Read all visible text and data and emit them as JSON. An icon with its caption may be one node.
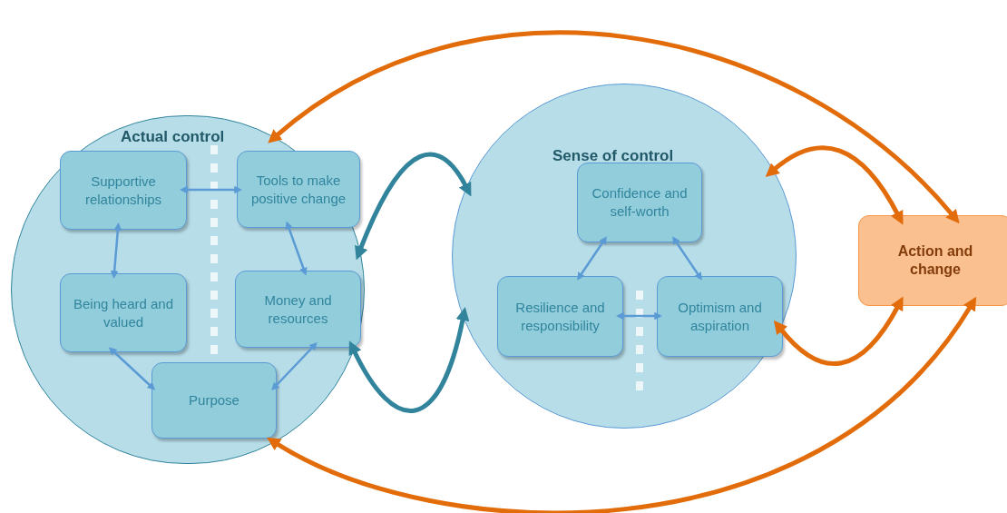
{
  "diagram": {
    "nodes": [
      {
        "text": [
          "Actual control"
        ]
      },
      {
        "text": [
          "Supportive relationships"
        ],
        "in": 0
      },
      {
        "text": [
          "Tools to make positive change"
        ],
        "in": 0
      },
      {
        "text": [
          "Being heard and valued"
        ],
        "in": 0
      },
      {
        "text": [
          "Money and resources"
        ],
        "in": 0
      },
      {
        "text": [
          "Purpose"
        ],
        "in": 0
      },
      {
        "text": [
          "Sense of control"
        ]
      },
      {
        "text": [
          "Confidence and self-worth"
        ],
        "in": 6
      },
      {
        "text": [
          "Resilience and responsibility"
        ],
        "in": 6
      },
      {
        "text": [
          "Optimism and aspiration"
        ],
        "in": 6
      },
      {
        "text": [
          "Action and change"
        ]
      }
    ],
    "edges": [
      {
        "from": 1,
        "to": 2,
        "arrow": "both"
      },
      {
        "from": 1,
        "to": 3,
        "arrow": "both"
      },
      {
        "from": 2,
        "to": 4,
        "arrow": "both"
      },
      {
        "from": 3,
        "to": 5,
        "arrow": "both"
      },
      {
        "from": 4,
        "to": 5,
        "arrow": "both"
      },
      {
        "from": 7,
        "to": 8,
        "arrow": "both"
      },
      {
        "from": 7,
        "to": 9,
        "arrow": "both"
      },
      {
        "from": 8,
        "to": 9,
        "arrow": "both"
      },
      {
        "from": 0,
        "to": 6,
        "arrow": "both",
        "style": "thick",
        "color": "#31849b"
      },
      {
        "from": 0,
        "to": 6,
        "arrow": "both",
        "style": "thick",
        "color": "#31849b"
      },
      {
        "from": 0,
        "to": 10,
        "arrow": "both",
        "style": "thick",
        "color": "#e36c0a"
      },
      {
        "from": 0,
        "to": 10,
        "arrow": "both",
        "style": "thick",
        "color": "#e36c0a"
      },
      {
        "from": 6,
        "to": 10,
        "arrow": "both",
        "style": "thick",
        "color": "#e36c0a"
      },
      {
        "from": 6,
        "to": 10,
        "arrow": "both",
        "style": "thick",
        "color": "#e36c0a"
      }
    ]
  }
}
